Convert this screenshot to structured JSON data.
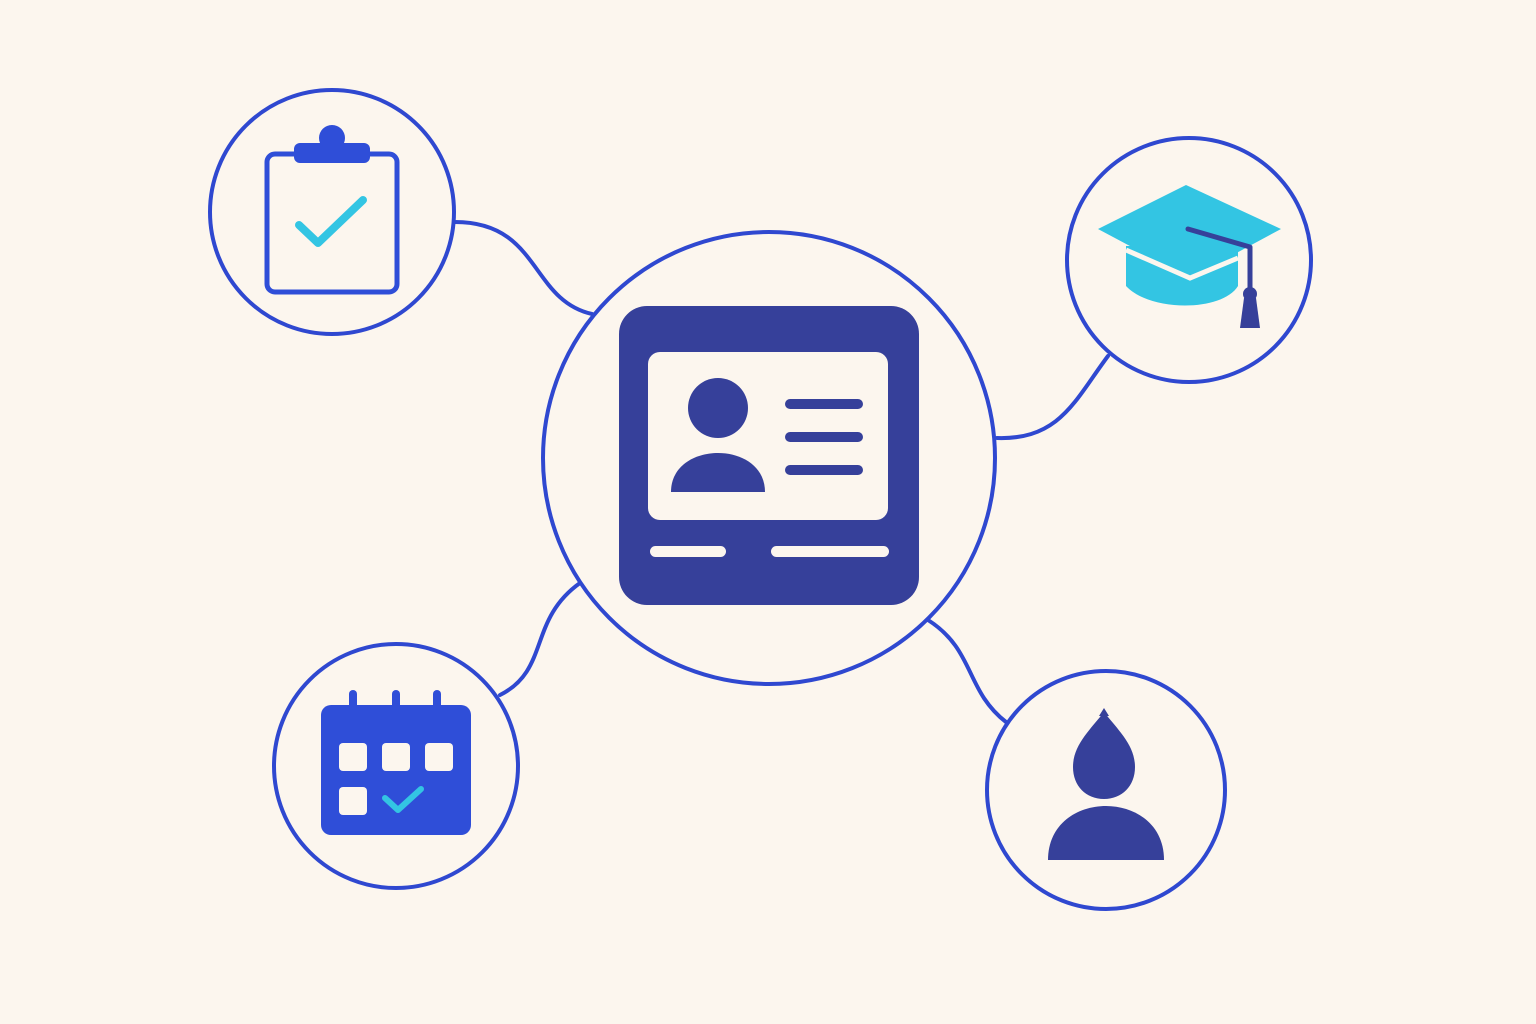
{
  "colors": {
    "background": "#fcf6ee",
    "outline": "#2f48d0",
    "navy": "#36409a",
    "royal_blue": "#2f4ed8",
    "cyan": "#33c5e3",
    "card_inner": "#fcf6ee"
  },
  "hub": {
    "icon": "id-card-icon"
  },
  "satellites": [
    {
      "key": "checklist",
      "icon": "clipboard-check-icon"
    },
    {
      "key": "education",
      "icon": "graduation-cap-icon"
    },
    {
      "key": "schedule",
      "icon": "calendar-check-icon"
    },
    {
      "key": "profile",
      "icon": "user-avatar-icon"
    }
  ]
}
